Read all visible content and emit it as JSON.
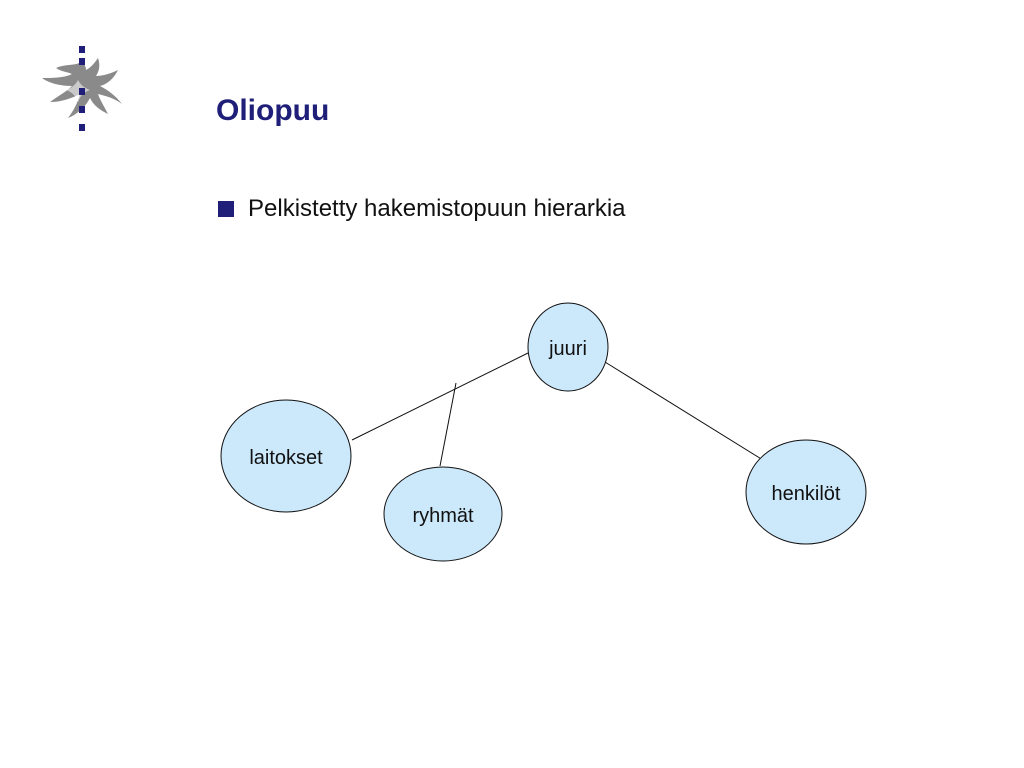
{
  "slide": {
    "title": "Oliopuu",
    "bullet": "Pelkistetty hakemistopuun hierarkia"
  },
  "logo": {
    "icon": "university-flame-logo-icon",
    "color": "#8a8a8a",
    "dot_color": "#1f1f7a"
  },
  "colors": {
    "title": "#1f1f7a",
    "bullet": "#1f1f7a",
    "node_fill": "#cce8fb",
    "node_stroke": "#111111",
    "edge": "#111111"
  },
  "diagram": {
    "nodes": [
      {
        "id": "juuri",
        "label": "juuri"
      },
      {
        "id": "laitokset",
        "label": "laitokset"
      },
      {
        "id": "ryhmat",
        "label": "ryhmät"
      },
      {
        "id": "henkilot",
        "label": "henkilöt"
      }
    ],
    "edges": [
      {
        "from": "juuri",
        "to": "laitokset"
      },
      {
        "from": "juuri",
        "to": "ryhmat"
      },
      {
        "from": "juuri",
        "to": "henkilot"
      }
    ]
  }
}
